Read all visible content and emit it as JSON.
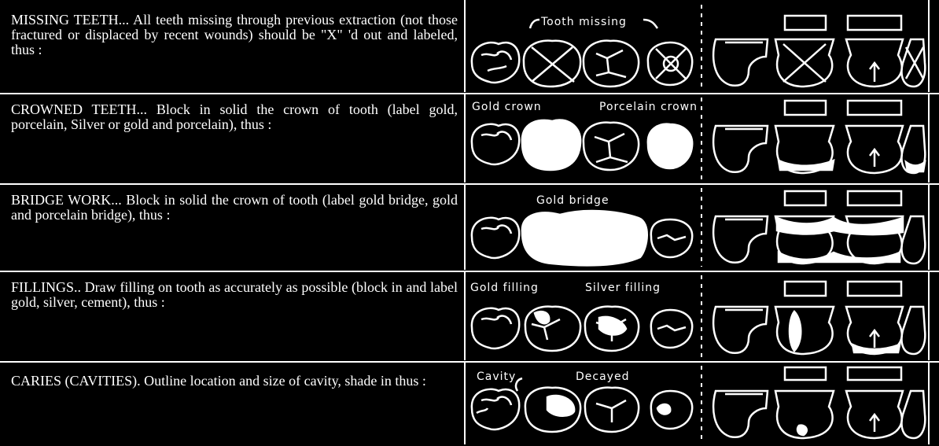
{
  "rows": [
    {
      "id": "missing-teeth",
      "text": "MISSING TEETH... All teeth missing through previous extraction (not those fractured or displaced by recent wounds) should be \"X\" 'd out and labeled, thus :",
      "labels": [
        "Tooth missing"
      ]
    },
    {
      "id": "crowned-teeth",
      "text": "CROWNED TEETH... Block in solid the crown of tooth (label gold, porcelain, Silver or gold and porcelain), thus :",
      "labels": [
        "Gold crown",
        "Porcelain crown"
      ]
    },
    {
      "id": "bridge-work",
      "text": "BRIDGE WORK... Block in solid the crown of tooth (label gold bridge, gold and porcelain bridge), thus :",
      "labels": [
        "Gold bridge"
      ]
    },
    {
      "id": "fillings",
      "text": "FILLINGS.. Draw filling on tooth as accurately as possible (block in and label gold, silver, cement), thus :",
      "labels": [
        "Gold filling",
        "Silver filling"
      ]
    },
    {
      "id": "caries",
      "text": "CARIES (CAVITIES). Outline location and size of cavity, shade in thus :",
      "labels": [
        "Cavity",
        "Decayed"
      ]
    }
  ]
}
